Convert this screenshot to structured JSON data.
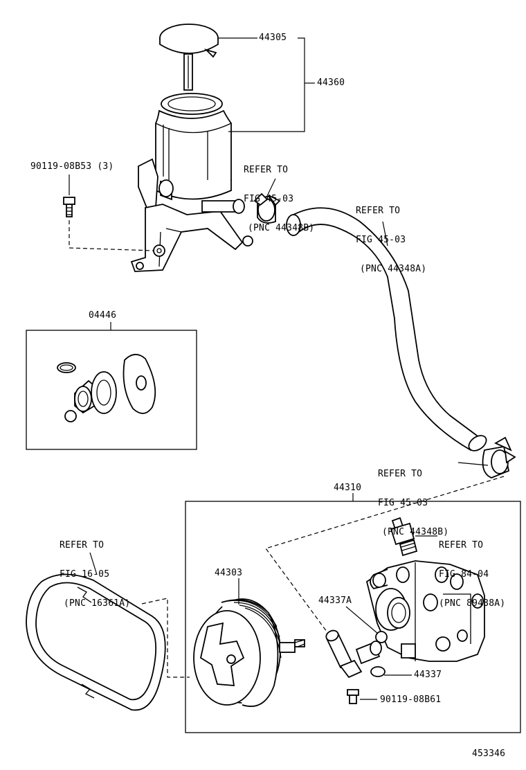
{
  "labels": {
    "p44305": "44305",
    "p44360": "44360",
    "p90119_08B53": "90119-08B53 (3)",
    "p04446": "04446",
    "p44310": "44310",
    "p44303": "44303",
    "p44337A": "44337A",
    "p44337": "44337",
    "p90119_08B61": "90119-08B61",
    "diagram_number": "453346"
  },
  "refs": {
    "clamp_upper": [
      "REFER TO",
      "FIG 45-03",
      "(PNC 44348B)"
    ],
    "hose": [
      "REFER TO",
      "FIG 45-03",
      "(PNC 44348A)"
    ],
    "clamp_lower": [
      "REFER TO",
      "FIG 45-03",
      "(PNC 44348B)"
    ],
    "belt": [
      "REFER TO",
      "FIG 16-05",
      "(PNC 16361A)"
    ],
    "switch": [
      "REFER TO",
      "FIG 84-04",
      "(PNC 89438A)"
    ]
  }
}
